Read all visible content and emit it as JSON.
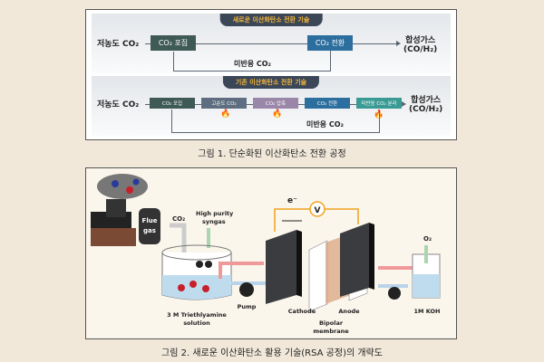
{
  "figure1": {
    "new": {
      "title": "새로운 이산화탄소 전환 기술",
      "input": "저농도 CO₂",
      "boxes": [
        "CO₂ 포집",
        "CO₂ 전환"
      ],
      "output": "합성가스",
      "output2": "(CO/H₂)",
      "recycle": "미반응 CO₂"
    },
    "old": {
      "title": "기존 이산화탄소 전환 기술",
      "input": "저농도 CO₂",
      "boxes": [
        "CO₂ 포집",
        "고순도 CO₂",
        "CO₂ 압축",
        "CO₂ 전환",
        "미반응 CO₂ 분리"
      ],
      "output": "합성가스",
      "output2": "(CO/H₂)",
      "recycle": "미반응 CO₂"
    },
    "caption": "그림 1. 단순화된 이산화탄소 전환 공정"
  },
  "figure2": {
    "labels": {
      "flue_gas_1": "Flue",
      "flue_gas_2": "gas",
      "co2": "CO₂",
      "syngas_1": "High purity",
      "syngas_2": "syngas",
      "electron": "e⁻",
      "voltmeter": "V",
      "o2": "O₂",
      "solution_1": "3 M Triethlyamine",
      "solution_2": "solution",
      "pump": "Pump",
      "cathode": "Cathode",
      "anode": "Anode",
      "membrane_1": "Bipolar",
      "membrane_2": "membrane",
      "koh": "1M KOH"
    },
    "caption": "그림 2. 새로운 이산화탄소 활용 기술(RSA 공정)의 개략도"
  },
  "colors": {
    "dark_green": "#3f5a55",
    "blue": "#2c6e9e",
    "slate": "#5e6e80",
    "purple": "#9a86a8",
    "teal": "#3a9a94",
    "wire": "#f0a21e"
  }
}
